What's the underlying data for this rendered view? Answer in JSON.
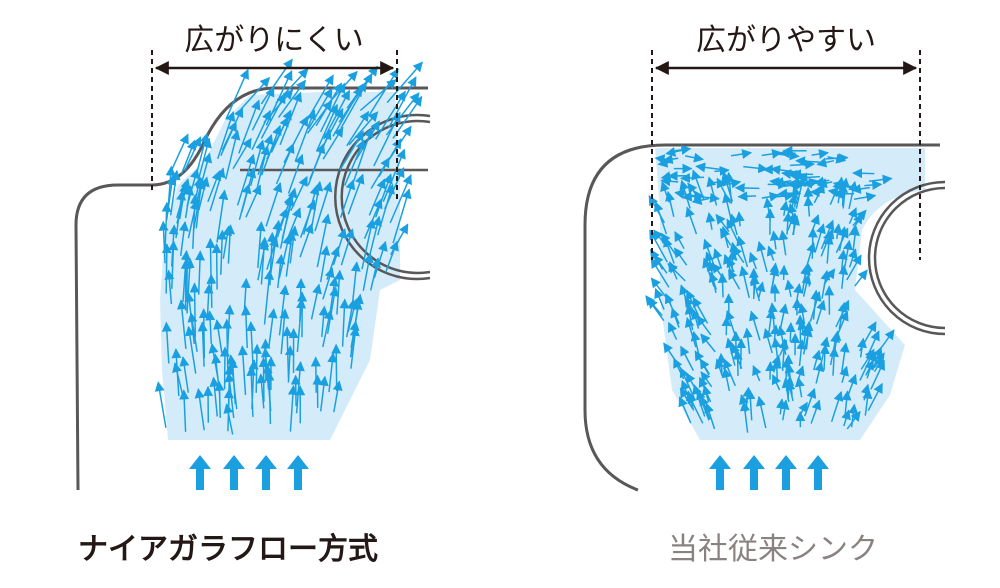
{
  "left_panel": {
    "dimension_label": "広がりにくい",
    "caption": "ナイアガラフロー方式"
  },
  "right_panel": {
    "dimension_label": "広がりやすい",
    "caption": "当社従来シンク"
  },
  "colors": {
    "flow_arrow": "#1aa0e0",
    "flow_fill": "#d4ecf9",
    "outline": "#595757",
    "text_dark": "#231815",
    "text_gray": "#8a8280"
  },
  "icons": {
    "inflow_arrow": "up-arrow-icon",
    "dimension_arrow": "double-headed-arrow-icon"
  }
}
